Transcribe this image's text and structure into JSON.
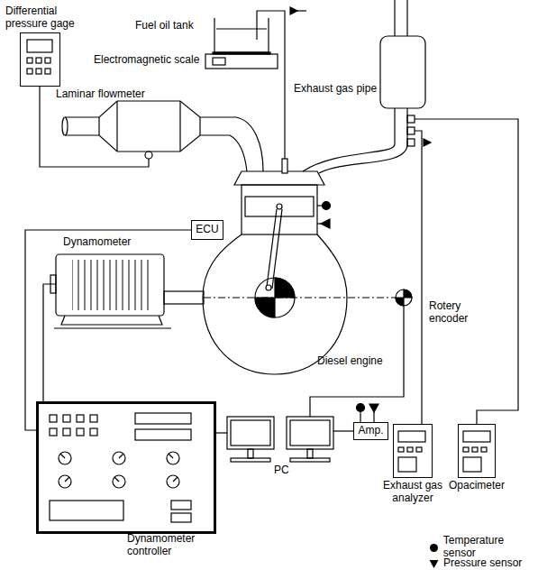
{
  "diagram": {
    "nodes": [
      {
        "text": [
          "Differential pressure gage"
        ]
      },
      {
        "text": [
          "ECU"
        ]
      },
      {
        "text": [
          "Dynamometer controller"
        ]
      },
      {
        "text": [
          "Amp."
        ]
      },
      {
        "text": [
          "Exhaust gas analyzer"
        ]
      },
      {
        "text": [
          "Opacimeter"
        ]
      }
    ],
    "edges": [
      {
        "from": 1,
        "to": 2,
        "arrow": "none"
      }
    ],
    "labels": [
      "Fuel oil tank",
      "Electromagnetic scale",
      "Exhaust gas pipe",
      "Laminar flowmeter",
      "Dynamometer",
      "Diesel engine",
      "Rotery encoder",
      "PC"
    ],
    "legend": [
      {
        "text": "Temperature sensor"
      },
      {
        "text": "Pressure sensor"
      }
    ]
  }
}
